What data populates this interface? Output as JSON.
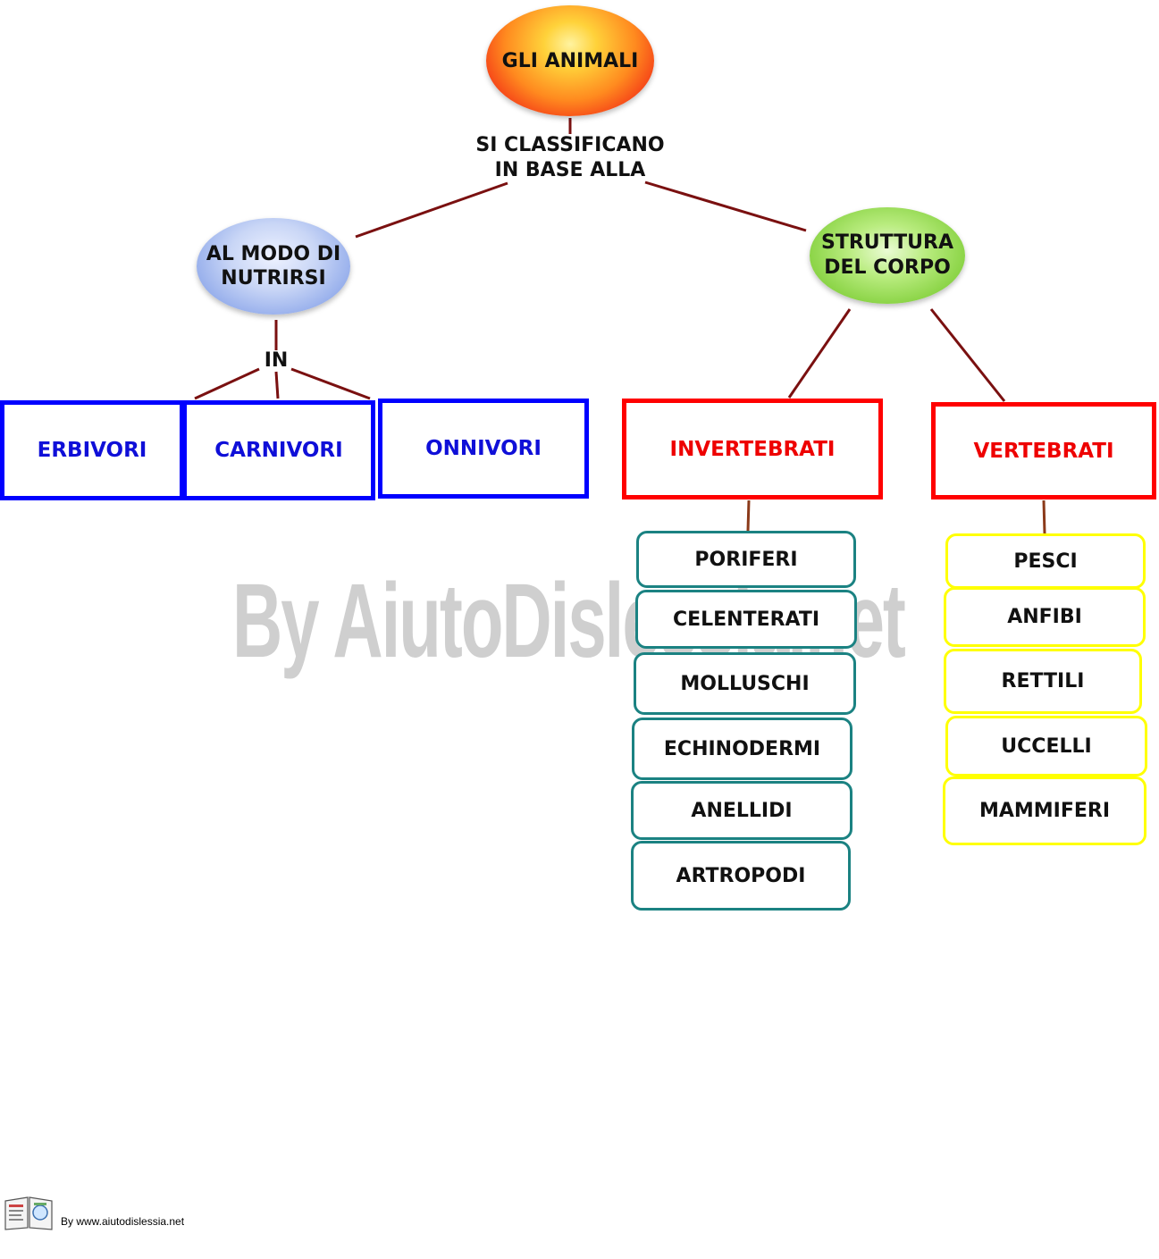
{
  "root": {
    "label": "GLI ANIMALI"
  },
  "root_link": {
    "line1": "SI CLASSIFICANO",
    "line2": "IN BASE ALLA"
  },
  "left_branch": {
    "title_line1": "AL MODO DI",
    "title_line2": "NUTRIRSI",
    "link": "IN",
    "items": [
      "ERBIVORI",
      "CARNIVORI",
      "ONNIVORI"
    ]
  },
  "right_branch": {
    "title_line1": "STRUTTURA",
    "title_line2": "DEL CORPO",
    "invertebrati": {
      "label": "INVERTEBRATI",
      "items": [
        "PORIFERI",
        "CELENTERATI",
        "MOLLUSCHI",
        "ECHINODERMI",
        "ANELLIDI",
        "ARTROPODI"
      ]
    },
    "vertebrati": {
      "label": "VERTEBRATI",
      "items": [
        "PESCI",
        "ANFIBI",
        "RETTILI",
        "UCCELLI",
        "MAMMIFERI"
      ]
    }
  },
  "watermark": "By AiutoDislessia.net",
  "footer": "By www.aiutodislessia.net",
  "colors": {
    "connector": "#7a1010",
    "blue_box": "#0000ff",
    "red_box": "#ff0000",
    "teal_box": "#1b8282",
    "yellow_box": "#ffff00"
  }
}
